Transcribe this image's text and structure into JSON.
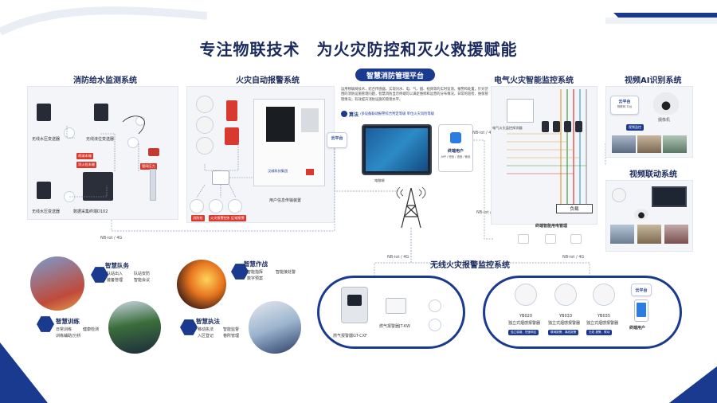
{
  "title": "专注物联技术　为火灾防控和灭火救援赋能",
  "colors": {
    "navy": "#1a2a5e",
    "blue": "#1a3a8f",
    "red": "#d93a2f",
    "panel": "#f3f5f9"
  },
  "water": {
    "title": "消防给水监测系统",
    "transmitter_1": "无线水压变送器",
    "transmitter_2": "无线液位变送器",
    "transmitter_3": "无线水压变送器",
    "collector": "数据采集终端D102",
    "tag_1": "喷淋末端",
    "tag_2": "消火栓末端",
    "tag_3": "管网压力"
  },
  "alarm": {
    "title": "火灾自动报警系统",
    "device": "用户信息传输装置",
    "brand": "汉威科技集团",
    "node_1": "消防栓",
    "node_2": "火灾报警控制器",
    "node_3": "区域报警"
  },
  "platform": {
    "title": "智慧消防管理平台",
    "desc": "运用物联网技术，结合传感器，实现对水、电、气、烟、视频等的实时监测，报警和处置，针对范围的消防设施管理问题，智慧消防显示终端可以满足维修和运营的分布情况，日常的巡检、维保管理情况，有效提升消防设施的管理水平。",
    "algo_label": "算法",
    "algo_desc": "/多设备联动报警综合判定等级 单位火灾风险等级",
    "cloud_title": "云平台",
    "cloud_sub": "物联网平台",
    "terminal_user": "终端用户",
    "terminal_user_sub": "APP / 短信 / 语音 / 微信",
    "pc_caption": "电脑端"
  },
  "electric": {
    "title": "电气火灾智能监控系统",
    "terminal": "终端智能用电管理",
    "device_label": "电气火灾监控探测器",
    "load": "负载",
    "link": "NB-iot / 4G"
  },
  "video_ai": {
    "title": "视频AI识别系统",
    "cloud_title": "云平台",
    "cloud_sub": "物联网 平台",
    "camera": "摄像机",
    "tag": "视频监控"
  },
  "video_link": {
    "title": "视频联动系统"
  },
  "links": {
    "left": "NB-iot / 4G",
    "mid_left": "NB-iot / 4G",
    "mid_right": "NB-iot / 4G",
    "right": "NB-iot / 4G",
    "top": "NB-iot / 4G"
  },
  "smart_team": {
    "title": "智慧队务",
    "items": [
      "队站出入",
      "队站安防",
      "装备管理",
      "智能会议"
    ]
  },
  "smart_combat": {
    "title": "智慧作战",
    "items": [
      "智能指挥",
      "智能接处警",
      "数字预案"
    ]
  },
  "smart_training": {
    "title": "智慧训练",
    "items": [
      "日常训练",
      "健康检测",
      "训练辅助/分析"
    ]
  },
  "smart_law": {
    "title": "智慧执法",
    "items": [
      "移动执法",
      "智能监督",
      "入区登记",
      "巷所管理"
    ]
  },
  "wireless": {
    "title": "无线火灾报警监控系统",
    "gas_1": "燃气报警器JT-KW",
    "gas_2": "燃气报警器GT-CXF",
    "smoke_1_model": "YB020",
    "smoke_1_name": "独立式烟感报警器",
    "smoke_2_model": "YB033",
    "smoke_2_name": "独立式烟感报警器",
    "smoke_3_model": "YB035",
    "smoke_3_name": "独立式烟感报警器",
    "smoke_1_tag": "独立感烟，快速响应",
    "smoke_2_tag": "联网报警，离线报警",
    "smoke_3_tag": "无线 报警，联动",
    "cloud_title": "云平台",
    "terminal_user": "终端用户"
  }
}
